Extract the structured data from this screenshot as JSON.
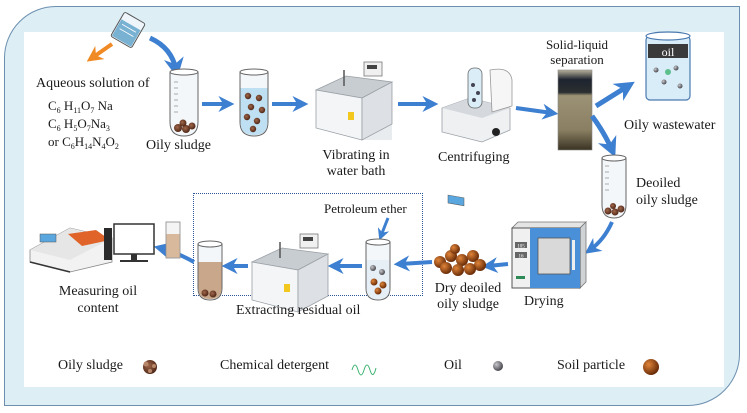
{
  "figure": {
    "colors": {
      "frame_bg": "#ddeef5",
      "frame_border": "#6c8fb0",
      "arrow_blue": "#3d7fd0",
      "arrow_orange": "#f08a24",
      "dashed_box": "#2f5597",
      "sludge_brown": "#7a3a1c",
      "soil_orange": "#b5520f",
      "oil_gray": "#7a7a80",
      "detergent_green": "#3cb371"
    },
    "reagent": {
      "title": "Aqueous solution of",
      "formula_1": {
        "c": "C",
        "c_sub": "6",
        "h": " H",
        "h_sub": "11",
        "o": "O",
        "o_sub": "7",
        "rest": " Na"
      },
      "formula_2": {
        "c": "C",
        "c_sub": "6",
        "h": " H",
        "h_sub": "5",
        "o": "O",
        "o_sub": "7",
        "rest": "Na",
        "rest_sub": "3"
      },
      "formula_3": {
        "prefix": "or C",
        "c_sub": "6",
        "h": "H",
        "h_sub": "14",
        "n": "N",
        "n_sub": "4",
        "o": "O",
        "o_sub": "2"
      }
    },
    "steps": {
      "oily_sludge": "Oily sludge",
      "vibrating_1": "Vibrating in",
      "vibrating_2": "water bath",
      "centrifuging": "Centrifuging",
      "separation_1": "Solid-liquid",
      "separation_2": "separation",
      "oily_wastewater": "Oily wastewater",
      "oil_tag": "oil",
      "deoiled_1": "Deoiled",
      "deoiled_2": "oily sludge",
      "drying": "Drying",
      "dryer_temp": "105",
      "dryer_temp_unit": "C",
      "dryer_time": "16",
      "dryer_time_unit": "h",
      "dry_deoiled_1": "Dry deoiled",
      "dry_deoiled_2": "oily sludge",
      "petroleum_ether": "Petroleum ether",
      "extracting": "Extracting residual oil",
      "measuring_1": "Measuring oil",
      "measuring_2": "content"
    },
    "legend": [
      {
        "label": "Oily sludge",
        "icon": "oily-sludge-icon"
      },
      {
        "label": "Chemical detergent",
        "icon": "detergent-wave-icon"
      },
      {
        "label": "Oil",
        "icon": "oil-droplet-icon"
      },
      {
        "label": "Soil particle",
        "icon": "soil-particle-icon"
      }
    ]
  }
}
